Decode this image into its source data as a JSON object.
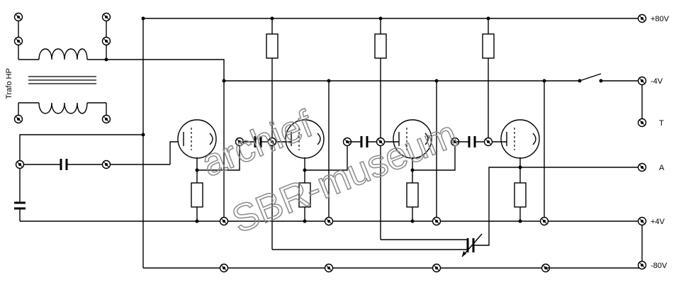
{
  "transformer_label": "Trafo HP",
  "terminals": {
    "plus80": "+80V",
    "minus4": "-4V",
    "t": "T",
    "a": "A",
    "plus4": "+4V",
    "minus80": "-80V"
  },
  "watermark": {
    "line1": "archief",
    "line2": "SBR-museum"
  }
}
